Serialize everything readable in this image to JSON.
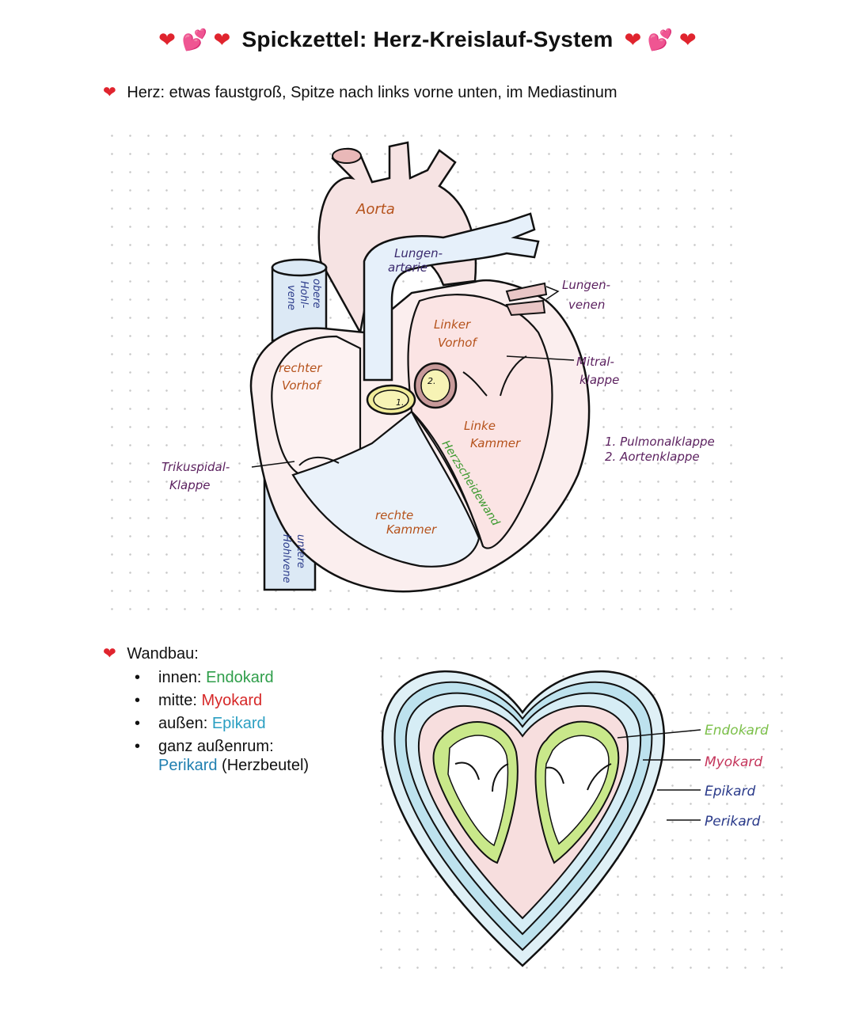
{
  "title": {
    "text": "Spickzettel: Herz-Kreislauf-System",
    "deco_left": "❤ 💕 ❤",
    "deco_right": "❤ 💕 ❤"
  },
  "intro": {
    "bullet": "❤",
    "text": "Herz: etwas faustgroß, Spitze nach links vorne unten, im Mediastinum"
  },
  "heart_diagram": {
    "labels": {
      "aorta": "Aorta",
      "lungenarterie_1": "Lungen-",
      "lungenarterie_2": "arterie",
      "lungenvenen_1": "Lungen-",
      "lungenvenen_2": "venen",
      "obere_hohlvene_1": "obere",
      "obere_hohlvene_2": "Hohl-",
      "obere_hohlvene_3": "vene",
      "linker_vorhof_1": "Linker",
      "linker_vorhof_2": "Vorhof",
      "rechter_vorhof_1": "rechter",
      "rechter_vorhof_2": "Vorhof",
      "mitralklappe_1": "Mitral-",
      "mitralklappe_2": "klappe",
      "linke_kammer_1": "Linke",
      "linke_kammer_2": "Kammer",
      "trikuspidalklappe_1": "Trikuspidal-",
      "trikuspidalklappe_2": "Klappe",
      "herzscheidewand": "Herzscheidewand",
      "rechte_kammer_1": "rechte",
      "rechte_kammer_2": "Kammer",
      "untere_hohlvene_1": "untere",
      "untere_hohlvene_2": "Hohlvene",
      "valve_1": "1.",
      "valve_2": "2."
    },
    "legend": [
      "1. Pulmonalklappe",
      "2. Aortenklappe"
    ]
  },
  "wandbau": {
    "bullet": "❤",
    "heading": "Wandbau:",
    "items": [
      {
        "prefix": "innen: ",
        "term": "Endokard",
        "suffix": ""
      },
      {
        "prefix": "mitte: ",
        "term": "Myokard",
        "suffix": ""
      },
      {
        "prefix": "außen: ",
        "term": "Epikard",
        "suffix": ""
      },
      {
        "prefix": "ganz außenrum:",
        "term": "Perikard",
        "suffix": " (Herzbeutel)"
      }
    ]
  },
  "layers_diagram": {
    "labels": [
      "Endokard",
      "Myokard",
      "Epikard",
      "Perikard"
    ]
  },
  "colors": {
    "heart_red": "#e0242e",
    "endokard": "#2f9e4a",
    "myokard": "#d62828",
    "epikard": "#2a9fc2",
    "perikard": "#1f7fb0",
    "label_brown": "#b5521b",
    "label_purple": "#5a1f5e"
  }
}
